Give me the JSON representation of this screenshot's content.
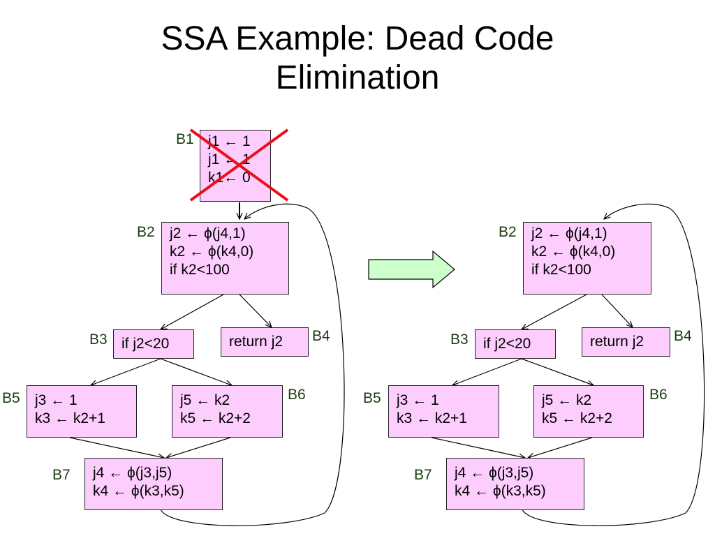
{
  "title": {
    "line1": "SSA Example: Dead Code",
    "line2": "Elimination"
  },
  "arrow_color": "#ccffcc",
  "box_fill": "#fdcdfd",
  "cross_color": "#e8101a",
  "before": {
    "b1": {
      "label": "B1",
      "lines": [
        "j1 ← 1",
        "j1 ← 1",
        "k1← 0"
      ],
      "status": "eliminated"
    },
    "b2": {
      "label": "B2",
      "lines": [
        "j2 ← ϕ(j4,1)",
        "k2 ← ϕ(k4,0)",
        "if k2<100"
      ]
    },
    "b3": {
      "label": "B3",
      "lines": [
        "if j2<20"
      ]
    },
    "b4": {
      "label": "B4",
      "lines": [
        "return j2"
      ]
    },
    "b5": {
      "label": "B5",
      "lines": [
        "j3 ← 1",
        "k3 ← k2+1"
      ]
    },
    "b6": {
      "label": "B6",
      "lines": [
        "j5 ← k2",
        "k5 ← k2+2"
      ]
    },
    "b7": {
      "label": "B7",
      "lines": [
        "j4 ← ϕ(j3,j5)",
        "k4 ← ϕ(k3,k5)"
      ]
    }
  },
  "after": {
    "b2": {
      "label": "B2",
      "lines": [
        "j2 ← ϕ(j4,1)",
        "k2 ← ϕ(k4,0)",
        "if k2<100"
      ]
    },
    "b3": {
      "label": "B3",
      "lines": [
        "if j2<20"
      ]
    },
    "b4": {
      "label": "B4",
      "lines": [
        "return j2"
      ]
    },
    "b5": {
      "label": "B5",
      "lines": [
        "j3 ← 1",
        "k3 ← k2+1"
      ]
    },
    "b6": {
      "label": "B6",
      "lines": [
        "j5 ← k2",
        "k5 ← k2+2"
      ]
    },
    "b7": {
      "label": "B7",
      "lines": [
        "j4 ← ϕ(j3,j5)",
        "k4 ← ϕ(k3,k5)"
      ]
    }
  }
}
